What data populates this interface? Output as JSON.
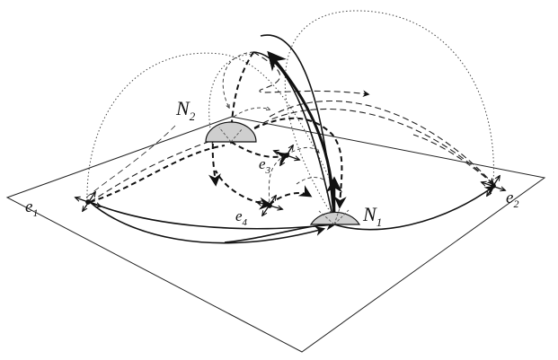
{
  "figure": {
    "labels": {
      "e1": {
        "main": "e",
        "sub": "1"
      },
      "e2": {
        "main": "e",
        "sub": "2"
      },
      "e3": {
        "main": "e",
        "sub": "3"
      },
      "e4": {
        "main": "e",
        "sub": "4"
      },
      "N1": {
        "main": "N",
        "sub": "1"
      },
      "N2": {
        "main": "N",
        "sub": "2"
      }
    }
  }
}
